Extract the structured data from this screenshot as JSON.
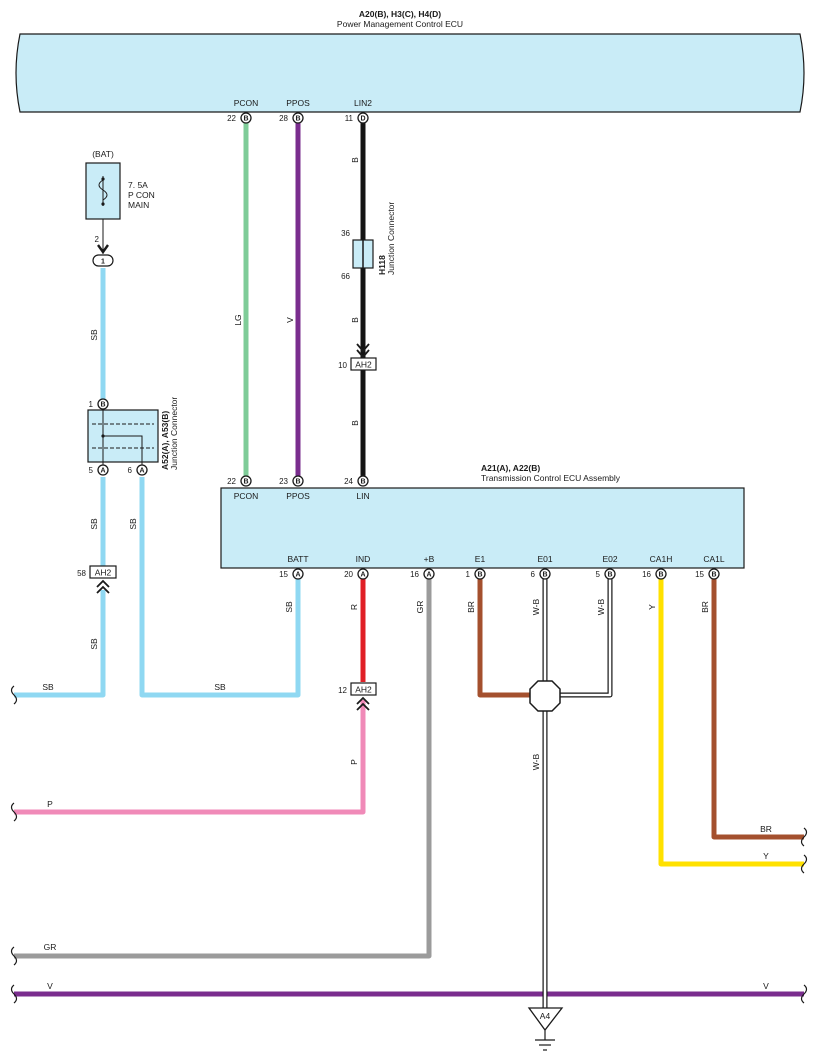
{
  "pm_ecu": {
    "code": "A20(B), H3(C), H4(D)",
    "name": "Power Management Control ECU"
  },
  "pm_pins": [
    {
      "num": "22",
      "conn": "B",
      "label": "PCON"
    },
    {
      "num": "28",
      "conn": "B",
      "label": "PPOS"
    },
    {
      "num": "11",
      "conn": "D",
      "label": "LIN2"
    }
  ],
  "fuse": {
    "source": "(BAT)",
    "rating": "7. 5A",
    "line1": "P CON",
    "line2": "MAIN",
    "pin": "2",
    "conn": "1"
  },
  "junction_a52": {
    "code": "A52(A), A53(B)",
    "desc": "Junction Connector",
    "pin_top": "1",
    "conn_top": "B",
    "pin_l": "5",
    "conn_l": "A",
    "pin_r": "6",
    "conn_r": "A"
  },
  "junction_h118": {
    "code": "H118",
    "desc": "Junction Connector",
    "pin_top": "36",
    "pin_bot": "66"
  },
  "ah2": {
    "label": "AH2",
    "pin_lin": "10",
    "pin_sb": "58",
    "pin_ind": "12"
  },
  "tcm": {
    "code": "A21(A), A22(B)",
    "name": "Transmission Control ECU Assembly"
  },
  "tcm_top_pins": [
    {
      "num": "22",
      "conn": "B",
      "label": "PCON"
    },
    {
      "num": "23",
      "conn": "B",
      "label": "PPOS"
    },
    {
      "num": "24",
      "conn": "B",
      "label": "LIN"
    }
  ],
  "tcm_bot_pins": [
    {
      "num": "15",
      "conn": "A",
      "label": "BATT"
    },
    {
      "num": "20",
      "conn": "A",
      "label": "IND"
    },
    {
      "num": "16",
      "conn": "A",
      "label": "+B"
    },
    {
      "num": "1",
      "conn": "B",
      "label": "E1"
    },
    {
      "num": "6",
      "conn": "B",
      "label": "E01"
    },
    {
      "num": "5",
      "conn": "B",
      "label": "E02"
    },
    {
      "num": "16",
      "conn": "B",
      "label": "CA1H"
    },
    {
      "num": "15",
      "conn": "B",
      "label": "CA1L"
    }
  ],
  "wire_labels": {
    "lg": "LG",
    "v": "V",
    "b": "B",
    "sb": "SB",
    "r": "R",
    "gr": "GR",
    "br": "BR",
    "wb": "W-B",
    "y": "Y",
    "p": "P"
  },
  "ground": {
    "label": "A4"
  },
  "colors": {
    "ecu_fill": "#c9ecf7",
    "sb": "#8fd8f2",
    "lg": "#7fcc98",
    "v": "#7a2d8e",
    "b": "#141414",
    "r": "#e01f26",
    "p": "#f08ab8",
    "gr": "#9b9b9b",
    "br": "#a4502e",
    "y": "#ffe100"
  }
}
